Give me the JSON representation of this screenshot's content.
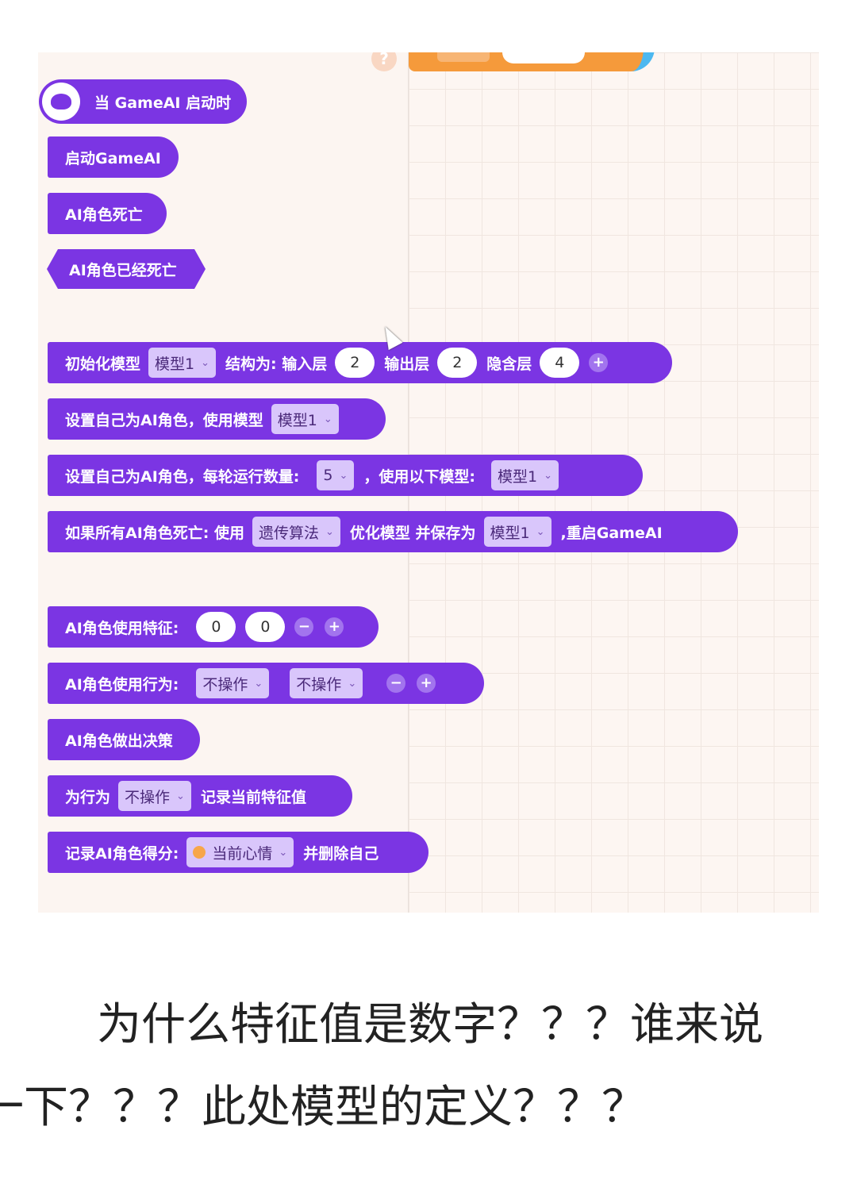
{
  "blocks": {
    "hat": "当 GameAI 启动时",
    "start": "启动GameAI",
    "dead": "AI角色死亡",
    "is_dead": "AI角色已经死亡",
    "init": {
      "label": "初始化模型",
      "model": "模型1",
      "struct_label": "结构为: 输入层",
      "input": "2",
      "output_label": "输出层",
      "output": "2",
      "hidden_label": "隐含层",
      "hidden": "4"
    },
    "set_model": {
      "label": "设置自己为AI角色，使用模型",
      "model": "模型1"
    },
    "set_batch": {
      "label": "设置自己为AI角色，每轮运行数量:",
      "count": "5",
      "label2": "，使用以下模型:",
      "model": "模型1"
    },
    "if_dead": {
      "label": "如果所有AI角色死亡: 使用",
      "algo": "遗传算法",
      "label2": "优化模型 并保存为",
      "model": "模型1",
      "label3": ",重启GameAI"
    },
    "features": {
      "label": "AI角色使用特征:",
      "v1": "0",
      "v2": "0"
    },
    "actions": {
      "label": "AI角色使用行为:",
      "a1": "不操作",
      "a2": "不操作"
    },
    "decide": "AI角色做出决策",
    "record": {
      "label": "为行为",
      "action": "不操作",
      "label2": "记录当前特征值"
    },
    "score": {
      "label": "记录AI角色得分:",
      "var": "当前心情",
      "label2": "并删除自己"
    }
  },
  "post": {
    "question_line1": "为什么特征值是数字？？？谁来说",
    "question_line2": "一下？？？此处模型的定义？？？"
  }
}
